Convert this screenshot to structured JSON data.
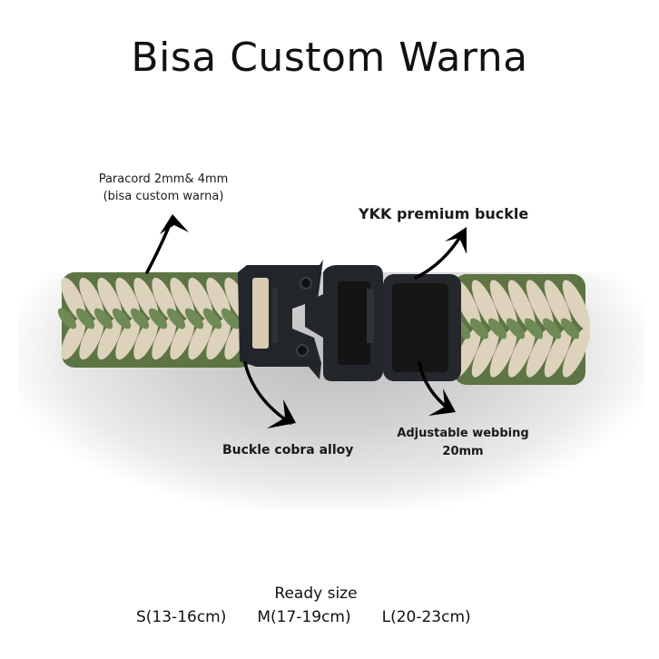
{
  "title": "Bisa Custom Warna",
  "annotations": {
    "paracord": {
      "line1": "Paracord 2mm& 4mm",
      "line2": "(bisa custom warna)"
    },
    "ykk": "YKK premium buckle",
    "cobra": "Buckle cobra alloy",
    "webbing": {
      "line1": "Adjustable webbing",
      "line2": "20mm"
    }
  },
  "sizes": {
    "title": "Ready size",
    "options": [
      {
        "label": "S(13-16cm)"
      },
      {
        "label": "M(17-19cm)"
      },
      {
        "label": "L(20-23cm)"
      }
    ]
  },
  "colors": {
    "cord_beige": "#ddd2bb",
    "cord_green": "#6f8a55",
    "buckle_black": "#1f2226",
    "text": "#111111"
  }
}
